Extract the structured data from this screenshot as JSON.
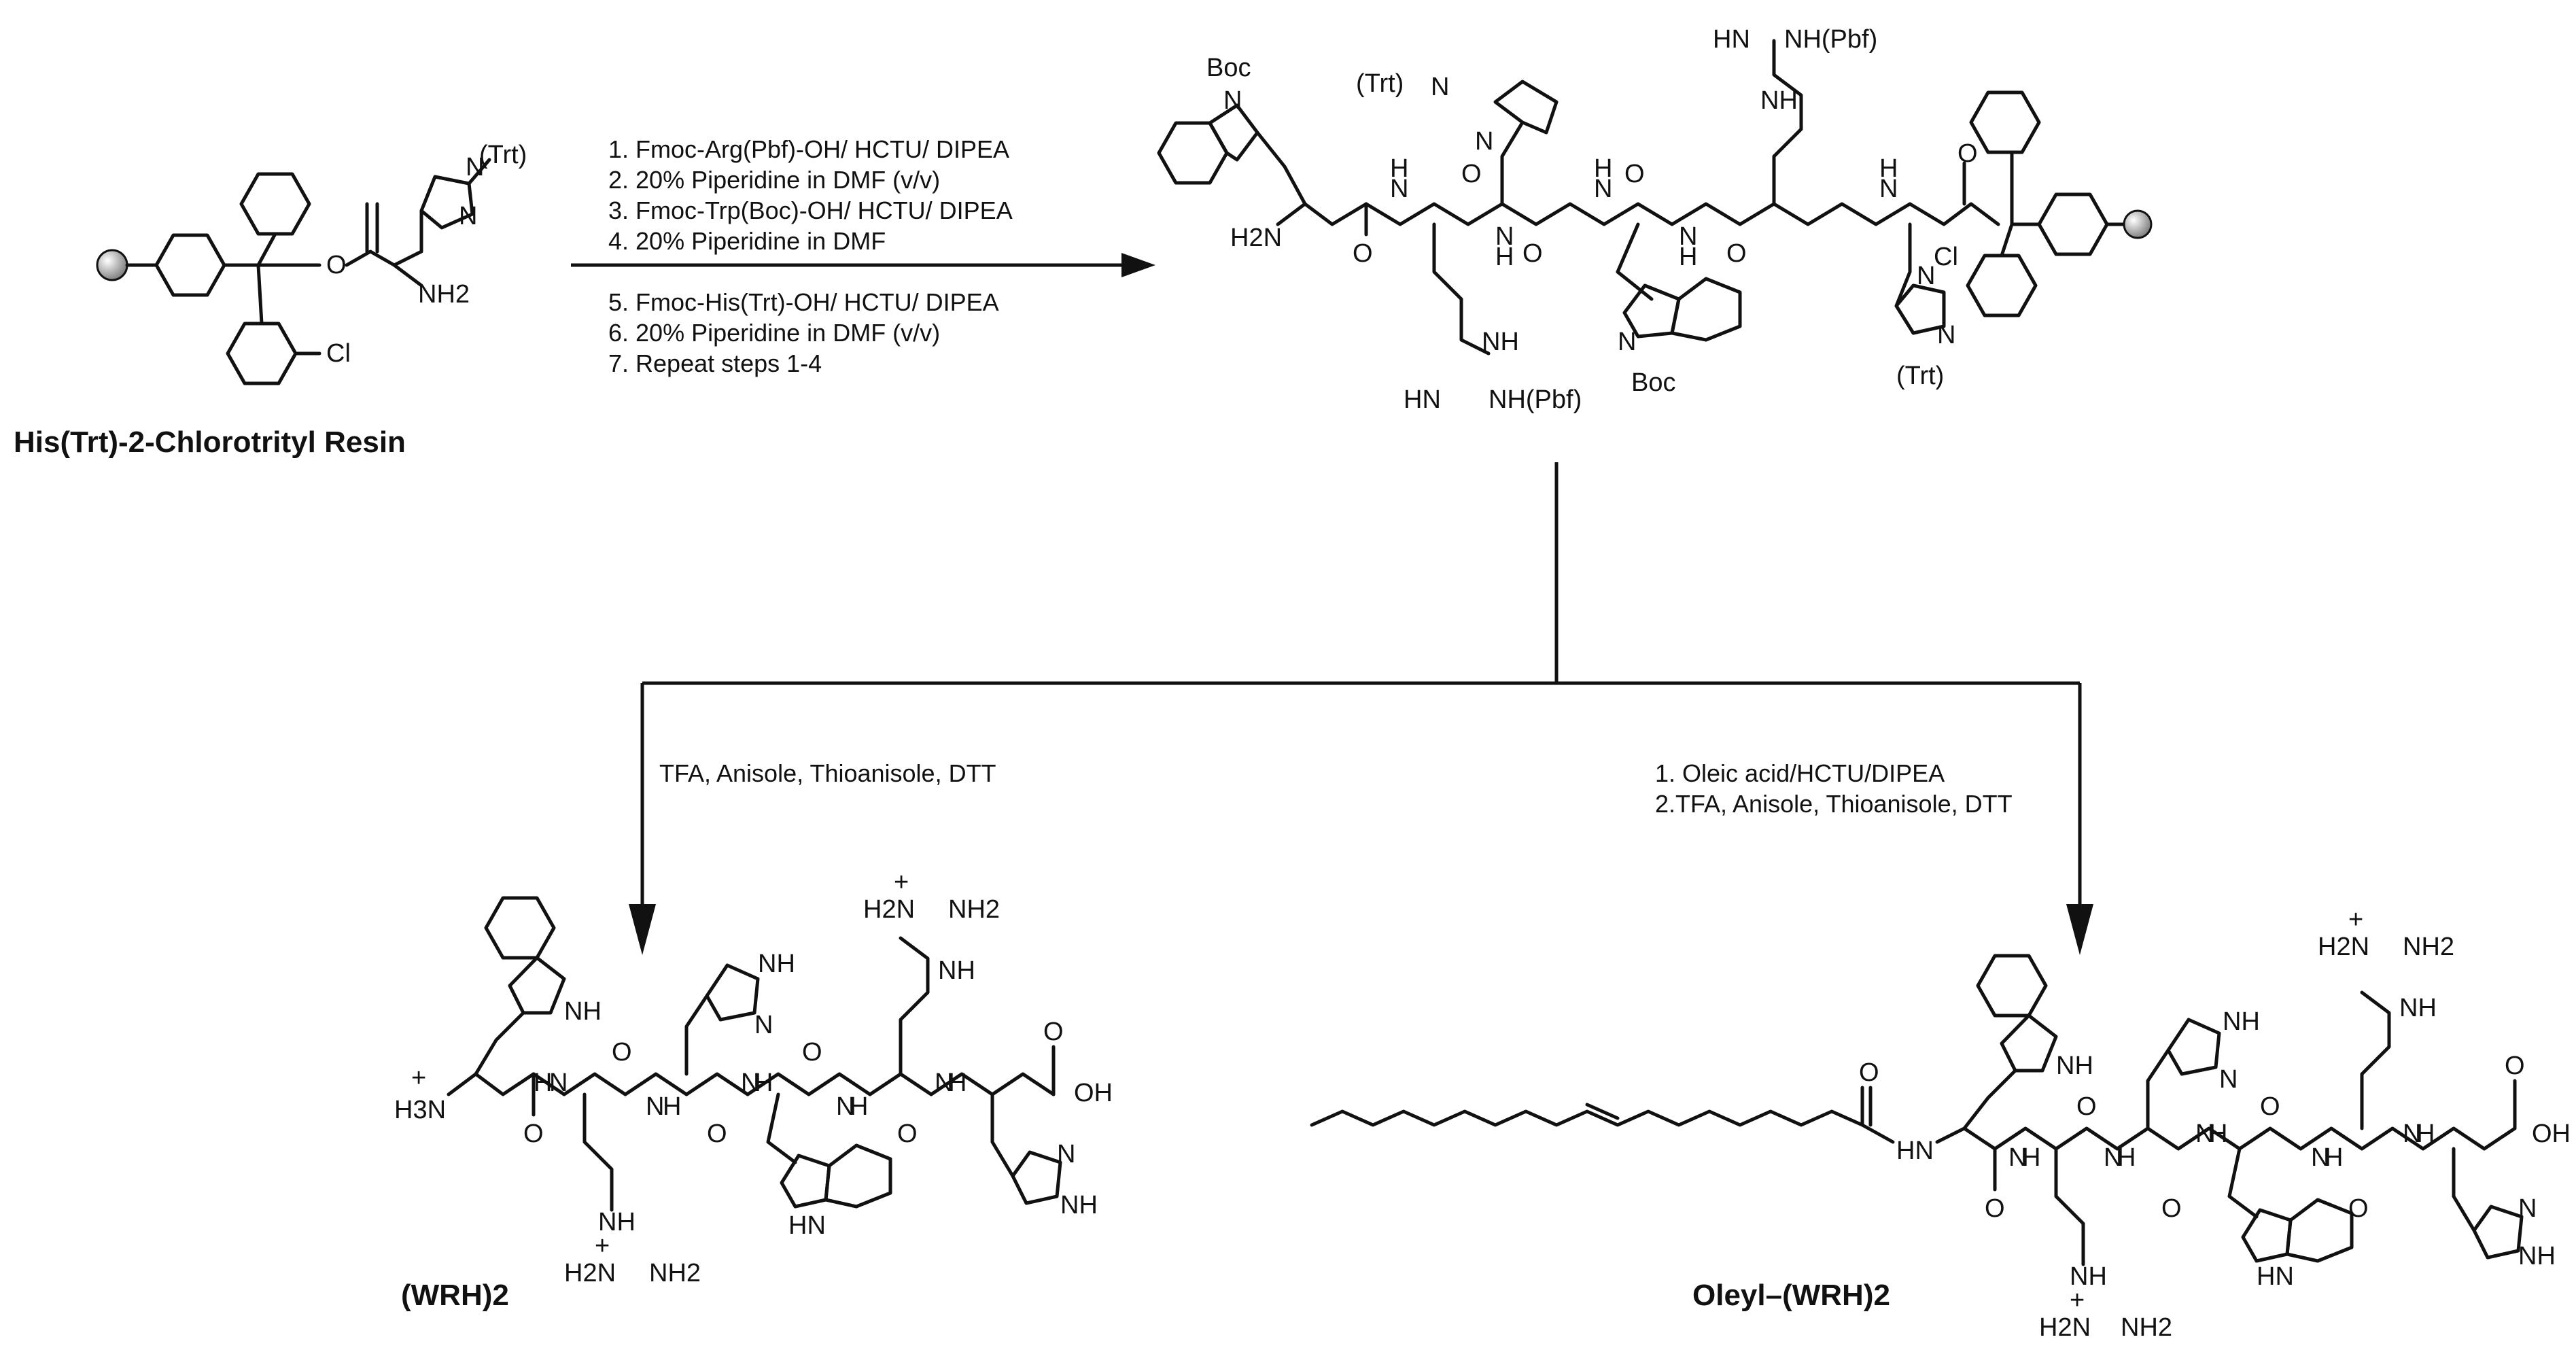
{
  "starting_material": {
    "label": "His(Trt)-2-Chlorotrityl Resin",
    "atoms": {
      "trt": "(Trt)",
      "n1": "N",
      "n2": "N",
      "nh2": "NH2",
      "o": "O",
      "cl": "Cl"
    }
  },
  "step1_conditions": [
    "1. Fmoc-Arg(Pbf)-OH/ HCTU/ DIPEA",
    "2. 20% Piperidine in DMF (v/v)",
    "3. Fmoc-Trp(Boc)-OH/ HCTU/ DIPEA",
    "4. 20% Piperidine in DMF",
    "5. Fmoc-His(Trt)-OH/ HCTU/ DIPEA",
    "6. 20% Piperidine in DMF (v/v)",
    "7. Repeat steps 1-4"
  ],
  "protected_peptide": {
    "atoms": {
      "boc1": "Boc",
      "n_indole1": "N",
      "h2n": "H2N",
      "trt1": "(Trt)",
      "n_im1a": "N",
      "n_im1b": "N",
      "hn_top": "HN",
      "nh_pbf_top": "NH(Pbf)",
      "nh_top": "NH",
      "o1": "O",
      "o2": "O",
      "o3": "O",
      "o4": "O",
      "o5": "O",
      "o6": "O",
      "n1": "N",
      "h1": "H",
      "n2": "N",
      "h2": "H",
      "n3": "N",
      "h3": "H",
      "n4": "N",
      "h4": "H",
      "n5": "N",
      "h5": "H",
      "nh_bot": "NH",
      "hn_bot": "HN",
      "nh_pbf_bot": "NH(Pbf)",
      "n_indole2": "N",
      "boc2": "Boc",
      "n_im2a": "N",
      "n_im2b": "N",
      "trt2": "(Trt)",
      "cl": "Cl"
    }
  },
  "left_branch_conditions": "TFA, Anisole, Thioanisole, DTT",
  "right_branch_conditions": [
    "1. Oleic acid/HCTU/DIPEA",
    "2.TFA, Anisole, Thioanisole, DTT"
  ],
  "product_left": {
    "label": "(WRH)2",
    "atoms": {
      "h3n": "H3N",
      "plus1": "+",
      "nh_indole1": "NH",
      "nh_im1": "NH",
      "n_im1": "N",
      "h2n_top": "H2N",
      "nh2_top": "NH2",
      "plus_top": "+",
      "nh_top": "NH",
      "o1": "O",
      "o2": "O",
      "o3": "O",
      "o4": "O",
      "o5": "O",
      "o6": "O",
      "n1": "N",
      "h1": "H",
      "n2": "N",
      "h2": "H",
      "n3": "N",
      "h3": "H",
      "n4": "N",
      "h4": "H",
      "n5": "N",
      "h5": "H",
      "oh": "OH",
      "nh_bot": "NH",
      "h2n_bot": "H2N",
      "nh2_bot": "NH2",
      "plus_bot": "+",
      "hn_indole2": "HN",
      "n_im2": "N",
      "nh_im2": "NH"
    }
  },
  "product_right": {
    "label": "Oleyl–(WRH)2",
    "atoms": {
      "o_amide": "O",
      "hn_amide": "HN",
      "nh_indole1": "NH",
      "nh_im1": "NH",
      "n_im1": "N",
      "h2n_top": "H2N",
      "nh2_top": "NH2",
      "plus_top": "+",
      "nh_top": "NH",
      "o1": "O",
      "o2": "O",
      "o3": "O",
      "o4": "O",
      "o5": "O",
      "o6": "O",
      "n1": "N",
      "h1": "H",
      "n2": "N",
      "h2": "H",
      "n3": "N",
      "h3": "H",
      "n4": "N",
      "h4": "H",
      "n5": "N",
      "h5": "H",
      "oh": "OH",
      "nh_bot": "NH",
      "h2n_bot": "H2N",
      "nh2_bot": "NH2",
      "plus_bot": "+",
      "hn_indole2": "HN",
      "n_im2": "N",
      "nh_im2": "NH"
    }
  },
  "colors": {
    "ink": "#111111",
    "resin_bead": "#9a9a9a"
  }
}
